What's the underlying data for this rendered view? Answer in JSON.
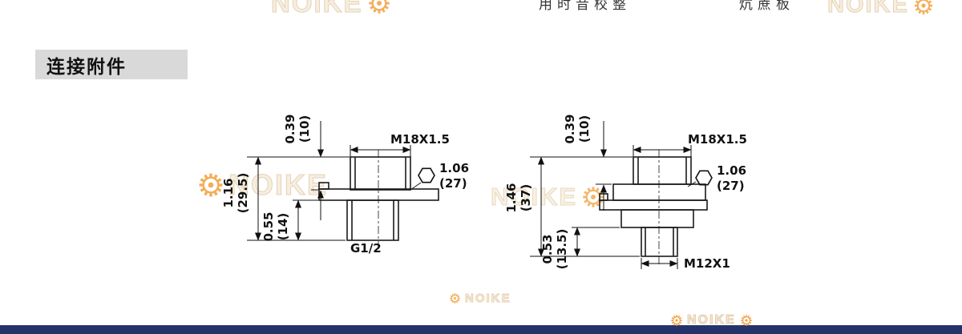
{
  "header": {
    "section_title": "连接附件"
  },
  "top_strip": {
    "fragment_left": "用时音校整",
    "fragment_right": "炕蔗板"
  },
  "brand": {
    "name": "NOIKE"
  },
  "colors": {
    "accent_orange": "#f09a30",
    "bottom_bar_navy": "#25336b",
    "header_gray": "#d9d9d9"
  },
  "drawings": {
    "left": {
      "dim_top_in": "0.39",
      "dim_top_mm": "(10)",
      "thread_top_label": "M18X1.5",
      "hex_in": "1.06",
      "hex_mm": "(27)",
      "dim_height_in": "1.16",
      "dim_height_mm": "(29.5)",
      "dim_stud_in": "0.55",
      "dim_stud_mm": "(14)",
      "thread_bottom_label": "G1/2"
    },
    "right": {
      "dim_top_in": "0.39",
      "dim_top_mm": "(10)",
      "thread_top_label": "M18X1.5",
      "hex_in": "1.06",
      "hex_mm": "(27)",
      "dim_height_in": "1.46",
      "dim_height_mm": "(37)",
      "dim_stud_in": "0.53",
      "dim_stud_mm": "(13.5)",
      "thread_bottom_label": "M12X1"
    }
  }
}
